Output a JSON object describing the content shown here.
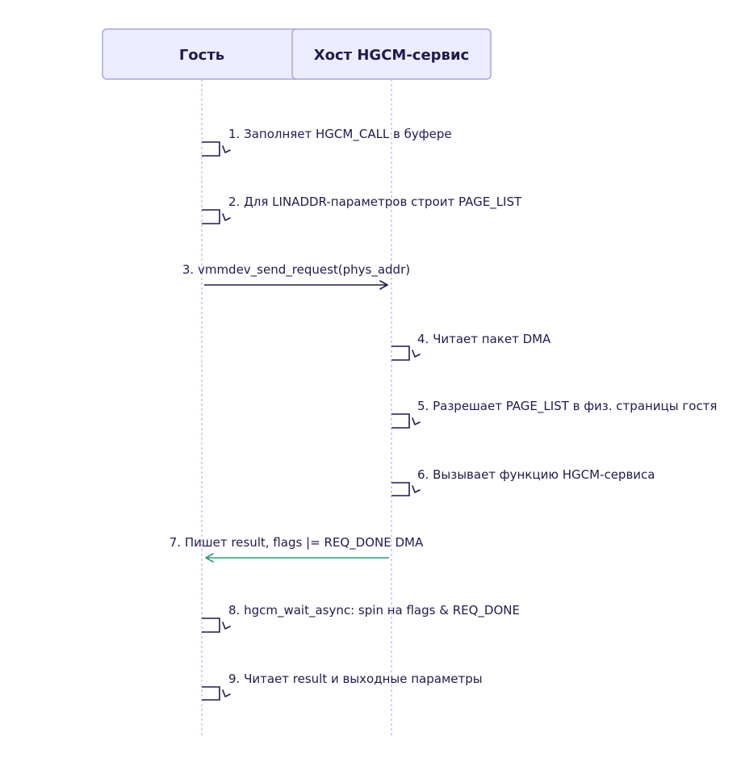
{
  "participants": {
    "guest": "Гость",
    "host": "Хост HGCM-сервис"
  },
  "messages": [
    {
      "label": "1. Заполняет HGCM_CALL в буфере",
      "type": "self",
      "actor": "guest"
    },
    {
      "label": "2. Для LINADDR-параметров строит PAGE_LIST",
      "type": "self",
      "actor": "guest"
    },
    {
      "label": "3. vmmdev_send_request(phys_addr)",
      "type": "call",
      "from": "guest",
      "to": "host"
    },
    {
      "label": "4. Читает пакет DMA",
      "type": "self",
      "actor": "host"
    },
    {
      "label": "5. Разрешает PAGE_LIST в физ. страницы гостя",
      "type": "self",
      "actor": "host"
    },
    {
      "label": "6. Вызывает функцию HGCM-сервиса",
      "type": "self",
      "actor": "host"
    },
    {
      "label": "7. Пишет result, flags |= REQ_DONE  DMA",
      "type": "return",
      "from": "host",
      "to": "guest"
    },
    {
      "label": "8. hgcm_wait_async: spin на flags & REQ_DONE",
      "type": "self",
      "actor": "guest"
    },
    {
      "label": "9. Читает result и выходные параметры",
      "type": "self",
      "actor": "guest"
    }
  ],
  "colors": {
    "actor_fill": "#ECECFF",
    "actor_border": "#A9A6E6",
    "text": "#1F1B4F",
    "return_arrow": "#2E9D78"
  }
}
